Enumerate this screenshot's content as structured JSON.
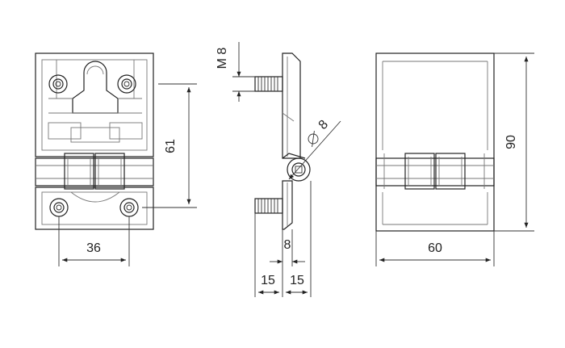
{
  "drawing": {
    "dimensions": {
      "front_height": "61",
      "front_hole_spacing": "36",
      "thread_label": "M 8",
      "pin_diameter": "8",
      "offset": "8",
      "side_left": "15",
      "side_right": "15",
      "plate_width": "60",
      "plate_height": "90"
    }
  }
}
